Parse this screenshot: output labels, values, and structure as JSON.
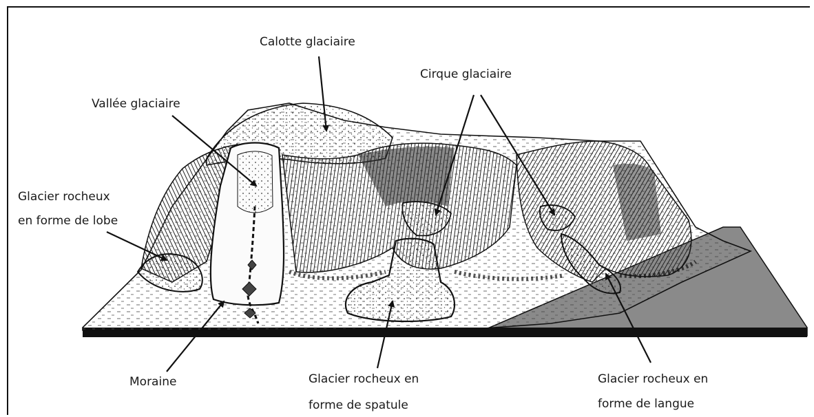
{
  "labels": {
    "calotte": "Calotte glaciaire",
    "cirque": "Cirque glaciaire",
    "vallee": "Vallée glaciaire",
    "lobe_line1": "Glacier rocheux",
    "lobe_line2": "en forme de lobe",
    "moraine": "Moraine",
    "spatule_line1": "Glacier rocheux en",
    "spatule_line2": "forme de spatule",
    "langue_line1": "Glacier rocheux en",
    "langue_line2": "forme de langue"
  },
  "colors": {
    "ink": "#111111",
    "shelf_shadow": "#8a8a8a",
    "paper": "#ffffff"
  }
}
